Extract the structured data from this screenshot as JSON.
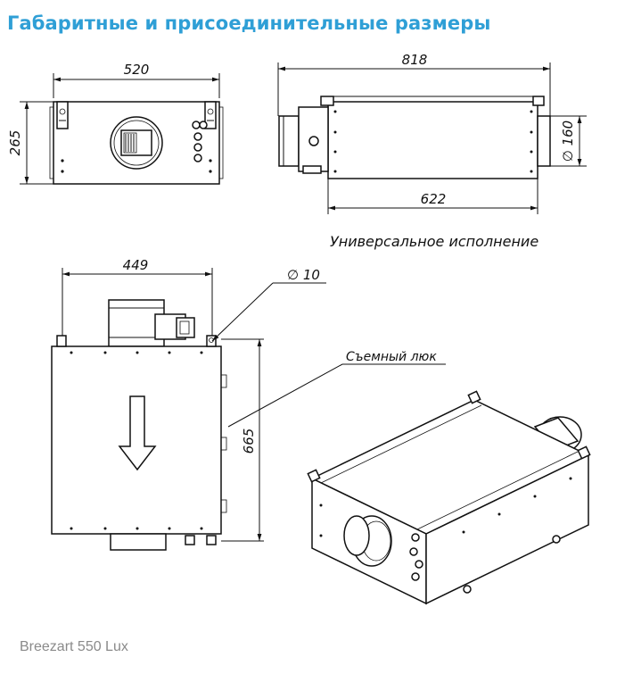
{
  "title": "Габаритные и присоединительные размеры",
  "footer": "Breezart 550 Lux",
  "front_view": {
    "width_label": "520",
    "height_label": "265"
  },
  "side_view": {
    "total_length_label": "818",
    "body_length_label": "622",
    "duct_diameter_label": "∅ 160"
  },
  "caption_universal": "Универсальное исполнение",
  "top_view": {
    "width_label": "449",
    "length_label": "665",
    "hole_label": "∅ 10"
  },
  "hatch_label": "Съемный люк"
}
